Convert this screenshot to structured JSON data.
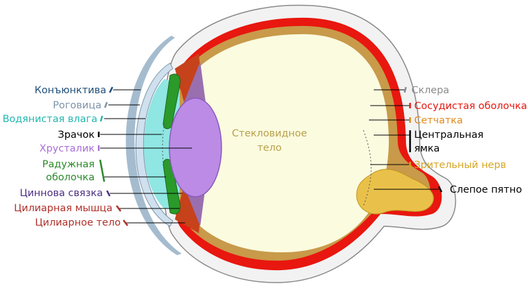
{
  "labels": {
    "conjunctiva": "Конъюнктива",
    "cornea": "Роговица",
    "aqueous": "Водянистая влага",
    "pupil": "Зрачок",
    "lens": "Хрусталик",
    "iris_1": "Радужная",
    "iris_2": "оболочка",
    "zonule": "Циннова связка",
    "ciliary_muscle": "Цилиарная мышца",
    "ciliary_body": "Цилиарное тело",
    "vitreous_1": "Стекловидное",
    "vitreous_2": "тело",
    "sclera": "Склера",
    "choroid": "Сосудистая оболочка",
    "retina": "Сетчатка",
    "fovea_1": "Центральная",
    "fovea_2": "ямка",
    "optic_nerve": "Зрительный нерв",
    "blind_spot": "Слепое пятно"
  },
  "colors": {
    "conjunctiva": "#1f4e79",
    "cornea": "#7f93aa",
    "aqueous": "#22b7b0",
    "pupil": "#000000",
    "lens": "#a86fd6",
    "iris": "#2a8a2a",
    "zonule": "#4b2e83",
    "ciliary_muscle": "#b0302a",
    "ciliary_body": "#b0302a",
    "vitreous": "#b7a14a",
    "sclera": "#8a8a8a",
    "choroid": "#e8170f",
    "retina": "#e08a1a",
    "fovea": "#000000",
    "optic_nerve": "#d7a520",
    "blind_spot": "#000000"
  }
}
